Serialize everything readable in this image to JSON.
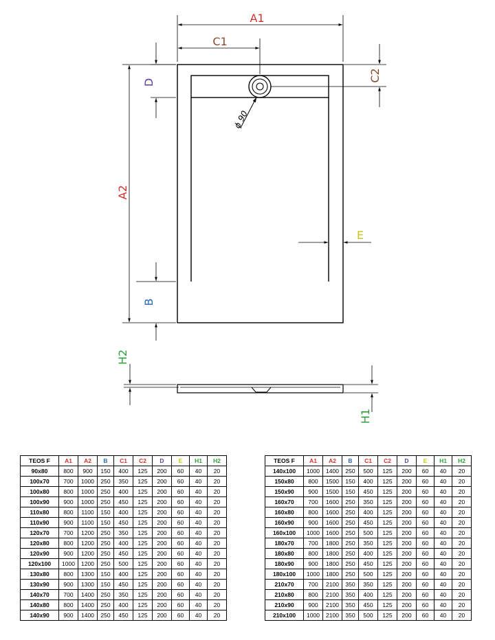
{
  "drawing": {
    "labels": {
      "A1": "A1",
      "C1": "C1",
      "C2": "C2",
      "D": "D",
      "A2": "A2",
      "E": "E",
      "B": "B",
      "H2": "H2",
      "H1": "H1",
      "phi": "ϕ 90"
    },
    "colors": {
      "A1": "#d0312d",
      "A2": "#d0312d",
      "C1": "#8b4a2b",
      "C2": "#8b4a2b",
      "D": "#5b3e9a",
      "B": "#2b6cb0",
      "E": "#c5c516",
      "H1": "#2e9e3a",
      "H2": "#2e9e3a",
      "line": "#000000"
    }
  },
  "table": {
    "headers": [
      "TEOS F",
      "A1",
      "A2",
      "B",
      "C1",
      "C2",
      "D",
      "E",
      "H1",
      "H2"
    ],
    "header_colors": [
      "#000000",
      "#d0312d",
      "#d0312d",
      "#2b6cb0",
      "#d0312d",
      "#d0312d",
      "#5b3e9a",
      "#c5c516",
      "#2e9e3a",
      "#2e9e3a"
    ],
    "left_rows": [
      [
        "90x80",
        "800",
        "900",
        "150",
        "400",
        "125",
        "200",
        "60",
        "40",
        "20"
      ],
      [
        "100x70",
        "700",
        "1000",
        "250",
        "350",
        "125",
        "200",
        "60",
        "40",
        "20"
      ],
      [
        "100x80",
        "800",
        "1000",
        "250",
        "400",
        "125",
        "200",
        "60",
        "40",
        "20"
      ],
      [
        "100x90",
        "900",
        "1000",
        "250",
        "450",
        "125",
        "200",
        "60",
        "40",
        "20"
      ],
      [
        "110x80",
        "800",
        "1100",
        "150",
        "400",
        "125",
        "200",
        "60",
        "40",
        "20"
      ],
      [
        "110x90",
        "900",
        "1100",
        "150",
        "450",
        "125",
        "200",
        "60",
        "40",
        "20"
      ],
      [
        "120x70",
        "700",
        "1200",
        "250",
        "350",
        "125",
        "200",
        "60",
        "40",
        "20"
      ],
      [
        "120x80",
        "800",
        "1200",
        "250",
        "400",
        "125",
        "200",
        "60",
        "40",
        "20"
      ],
      [
        "120x90",
        "900",
        "1200",
        "250",
        "450",
        "125",
        "200",
        "60",
        "40",
        "20"
      ],
      [
        "120x100",
        "1000",
        "1200",
        "250",
        "500",
        "125",
        "200",
        "60",
        "40",
        "20"
      ],
      [
        "130x80",
        "800",
        "1300",
        "150",
        "400",
        "125",
        "200",
        "60",
        "40",
        "20"
      ],
      [
        "130x90",
        "900",
        "1300",
        "150",
        "450",
        "125",
        "200",
        "60",
        "40",
        "20"
      ],
      [
        "140x70",
        "700",
        "1400",
        "250",
        "350",
        "125",
        "200",
        "60",
        "40",
        "20"
      ],
      [
        "140x80",
        "800",
        "1400",
        "250",
        "400",
        "125",
        "200",
        "60",
        "40",
        "20"
      ],
      [
        "140x90",
        "900",
        "1400",
        "250",
        "450",
        "125",
        "200",
        "60",
        "40",
        "20"
      ]
    ],
    "right_rows": [
      [
        "140x100",
        "1000",
        "1400",
        "250",
        "500",
        "125",
        "200",
        "60",
        "40",
        "20"
      ],
      [
        "150x80",
        "800",
        "1500",
        "150",
        "400",
        "125",
        "200",
        "60",
        "40",
        "20"
      ],
      [
        "150x90",
        "900",
        "1500",
        "150",
        "450",
        "125",
        "200",
        "60",
        "40",
        "20"
      ],
      [
        "160x70",
        "700",
        "1600",
        "250",
        "350",
        "125",
        "200",
        "60",
        "40",
        "20"
      ],
      [
        "160x80",
        "800",
        "1600",
        "250",
        "400",
        "125",
        "200",
        "60",
        "40",
        "20"
      ],
      [
        "160x90",
        "900",
        "1600",
        "250",
        "450",
        "125",
        "200",
        "60",
        "40",
        "20"
      ],
      [
        "160x100",
        "1000",
        "1600",
        "250",
        "500",
        "125",
        "200",
        "60",
        "40",
        "20"
      ],
      [
        "180x70",
        "700",
        "1800",
        "250",
        "350",
        "125",
        "200",
        "60",
        "40",
        "20"
      ],
      [
        "180x80",
        "800",
        "1800",
        "250",
        "400",
        "125",
        "200",
        "60",
        "40",
        "20"
      ],
      [
        "180x90",
        "900",
        "1800",
        "250",
        "450",
        "125",
        "200",
        "60",
        "40",
        "20"
      ],
      [
        "180x100",
        "1000",
        "1800",
        "250",
        "500",
        "125",
        "200",
        "60",
        "40",
        "20"
      ],
      [
        "210x70",
        "700",
        "2100",
        "350",
        "350",
        "125",
        "200",
        "60",
        "40",
        "20"
      ],
      [
        "210x80",
        "800",
        "2100",
        "350",
        "400",
        "125",
        "200",
        "60",
        "40",
        "20"
      ],
      [
        "210x90",
        "900",
        "2100",
        "350",
        "450",
        "125",
        "200",
        "60",
        "40",
        "20"
      ],
      [
        "210x100",
        "1000",
        "2100",
        "350",
        "500",
        "125",
        "200",
        "60",
        "40",
        "20"
      ]
    ]
  }
}
